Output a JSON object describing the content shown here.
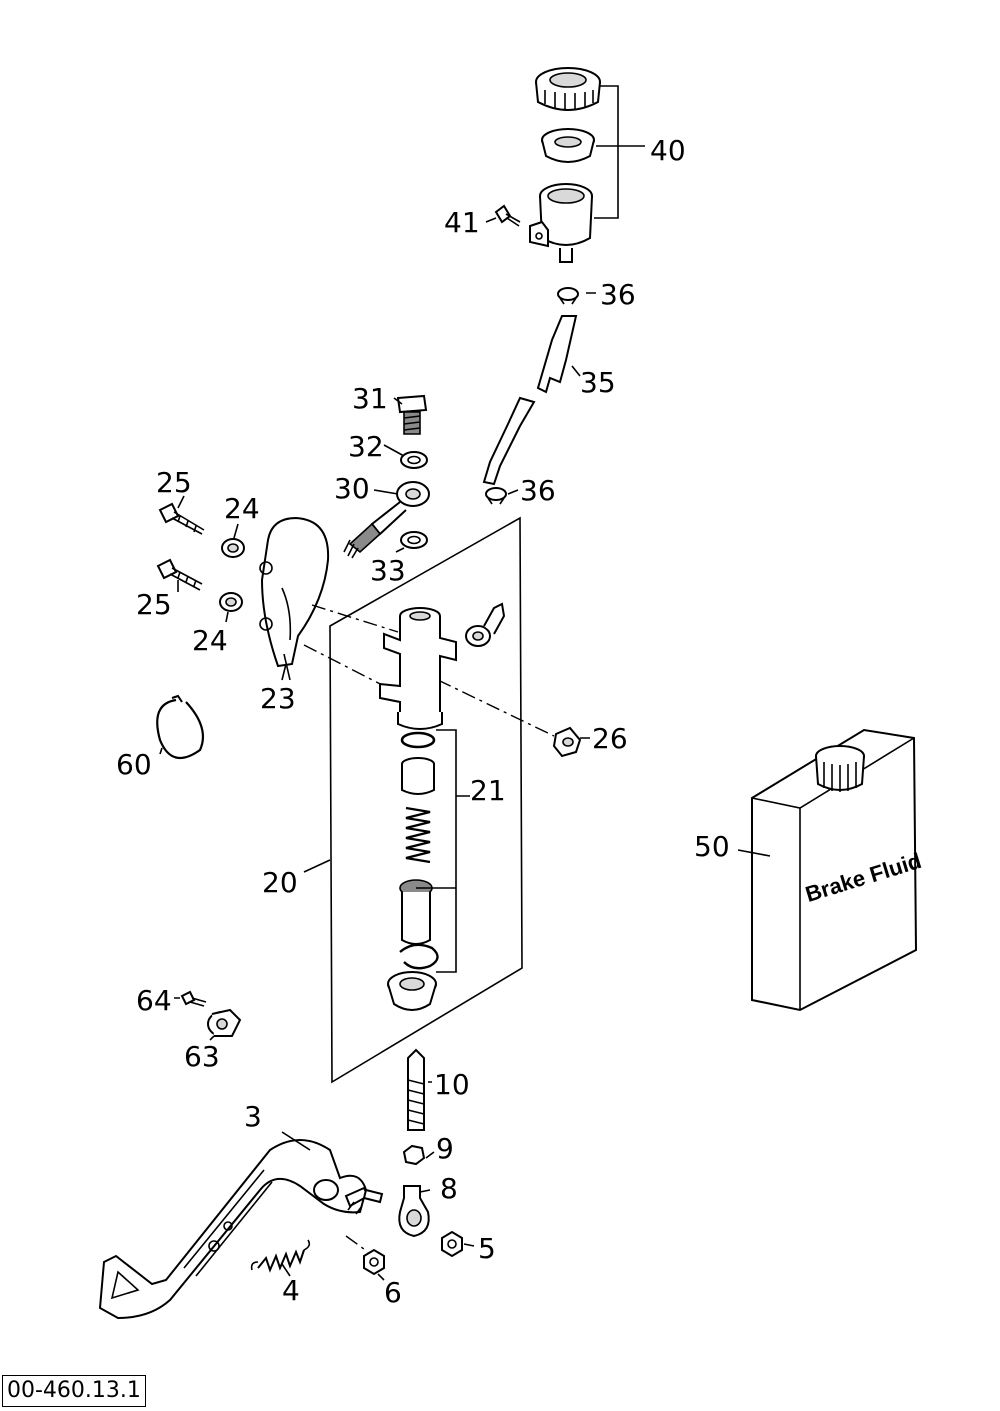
{
  "diagram": {
    "reference_number": "00-460.13.1",
    "product_label": "Brake Fluid",
    "callouts": {
      "n3": "3",
      "n4": "4",
      "n5": "5",
      "n6": "6",
      "n8": "8",
      "n9": "9",
      "n10": "10",
      "n20": "20",
      "n21": "21",
      "n23": "23",
      "n24a": "24",
      "n24b": "24",
      "n25a": "25",
      "n25b": "25",
      "n26": "26",
      "n30": "30",
      "n31": "31",
      "n32": "32",
      "n33": "33",
      "n35": "35",
      "n36a": "36",
      "n36b": "36",
      "n40": "40",
      "n41": "41",
      "n50": "50",
      "n60": "60",
      "n63": "63",
      "n64": "64"
    }
  }
}
